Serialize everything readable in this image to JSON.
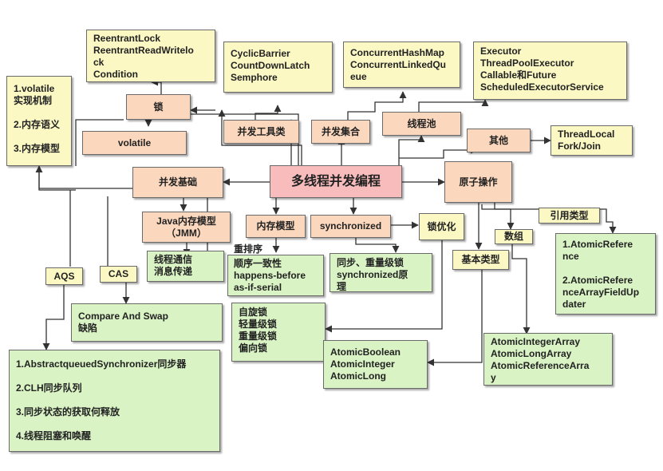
{
  "nodes": {
    "center": "多线程并发编程",
    "lock": "锁",
    "volatile": "volatile",
    "basics": "并发基础",
    "tools": "并发工具类",
    "collections": "并发集合",
    "threadpool": "线程池",
    "other": "其他",
    "atomic": "原子操作",
    "jmm": "Java内存模型\n（JMM）",
    "memmodel": "内存模型",
    "sync": "synchronized",
    "lockopt": "锁优化",
    "aqs": "AQS",
    "cas": "CAS",
    "basictype": "基本类型",
    "array": "数组",
    "reftype": "引用类型",
    "reorder": "重排序"
  },
  "notes": {
    "lock": "ReentrantLock\nReentrantReadWritelo\nck\nCondition",
    "tools": "CyclicBarrier\nCountDownLatch\nSemphore",
    "collections": "ConcurrentHashMap\nConcurrentLinkedQu\neue",
    "executor": "Executor\nThreadPoolExecutor\nCallable和Future\nScheduledExecutorService",
    "volatile": "1.volatile\n实现机制\n\n2.内存语义\n\n3.内存模型",
    "other": "ThreadLocal\nFork/Join",
    "thread_comm": "线程通信\n消息传递",
    "memmodel": "顺序一致性\nhappens-before\nas-if-serial",
    "sync": "同步、重量级锁\nsynchronized原\n理",
    "cas": "Compare And Swap\n缺陷",
    "lockopt": "自旋锁\n轻量级锁\n重量级锁\n偏向锁",
    "aqs": "1.AbstractqueuedSynchronizer同步器\n\n2.CLH同步队列\n\n3.同步状态的获取何释放\n\n4.线程阻塞和唤醒",
    "basictype": "AtomicBoolean\nAtomicInteger\nAtomicLong",
    "array": "AtomicIntegerArray\nAtomicLongArray\nAtomicReferenceArra\ny",
    "reftype": "1.AtomicRefere\nnce\n\n2.AtomicRefere\nnceArrayFieldUp\ndater"
  },
  "colors": {
    "center": "#f8bcbc",
    "branch": "#fad7bd",
    "note_yellow": "#fbf8c4",
    "note_green": "#d9f3c4",
    "line": "#333333"
  }
}
